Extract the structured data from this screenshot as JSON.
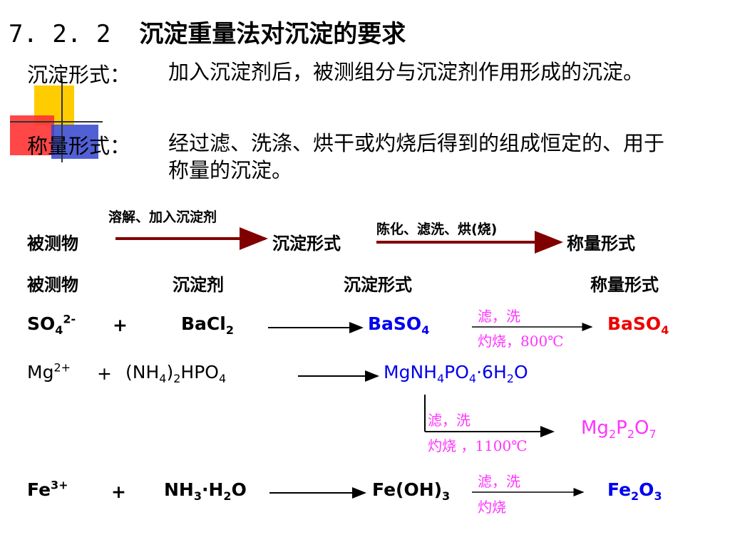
{
  "title": {
    "number": "7. 2. 2",
    "text": "沉淀重量法对沉淀的要求"
  },
  "definitions": [
    {
      "label": "沉淀形式：",
      "body": "加入沉淀剂后，被测组分与沉淀剂作用形成的沉淀。"
    },
    {
      "label": "称量形式：",
      "body": "经过滤、洗涤、烘干或灼烧后得到的组成恒定的、用于称量的沉淀。"
    }
  ],
  "flow": {
    "analyte": "被测物",
    "step1": "溶解、加入沉淀剂",
    "precip_form": "沉淀形式",
    "step2": "陈化、滤洗、烘(烧)",
    "weigh_form": "称量形式"
  },
  "headers": {
    "analyte": "被测物",
    "precipitant": "沉淀剂",
    "precip_form": "沉淀形式",
    "weigh_form": "称量形式"
  },
  "reactions": [
    {
      "analyte": "SO",
      "analyte_sub": "4",
      "analyte_sup": "2-",
      "plus": "+",
      "reagent": "BaCl",
      "reagent_sub": "2",
      "precip": "BaSO",
      "precip_sub": "4",
      "cond1": "滤，洗",
      "cond2": "灼烧，800℃",
      "weigh": "BaSO",
      "weigh_sub": "4"
    },
    {
      "analyte": "Mg",
      "analyte_sup": "2+",
      "plus": "+",
      "reagent_a": "(NH",
      "reagent_a_sub": "4",
      "reagent_b": ")",
      "reagent_b_sub": "2",
      "reagent_c": "HPO",
      "reagent_c_sub": "4",
      "precip_a": "MgNH",
      "precip_a_sub": "4",
      "precip_b": "PO",
      "precip_b_sub": "4",
      "precip_c": "·6H",
      "precip_c_sub": "2",
      "precip_d": "O",
      "cond1": "滤，洗",
      "cond2": "灼烧 ，1100℃",
      "weigh_a": "Mg",
      "weigh_a_sub": "2",
      "weigh_b": "P",
      "weigh_b_sub": "2",
      "weigh_c": "O",
      "weigh_c_sub": "7"
    },
    {
      "analyte": "Fe",
      "analyte_sup": "3+",
      "plus": "+",
      "reagent_a": "NH",
      "reagent_a_sub": "3",
      "reagent_b": "·H",
      "reagent_b_sub": "2",
      "reagent_c": "O",
      "precip": "Fe(OH)",
      "precip_sub": "3",
      "cond1": "滤，洗",
      "cond2": "灼烧",
      "weigh_a": "Fe",
      "weigh_a_sub": "2",
      "weigh_b": "O",
      "weigh_b_sub": "3"
    }
  ],
  "colors": {
    "blue": "#0000ee",
    "red": "#ee0000",
    "pink": "#ff33ff",
    "dark_red_arrow": "#800000"
  }
}
